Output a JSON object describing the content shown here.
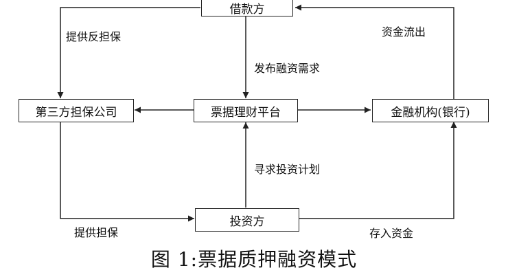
{
  "nodes": {
    "borrower": "借款方",
    "guarantor": "第三方担保公司",
    "platform": "票据理财平台",
    "bank": "金融机构(银行)",
    "investor": "投资方"
  },
  "edges": {
    "borrower_to_guarantor": "提供反担保",
    "borrower_to_platform": "发布融资需求",
    "bank_to_borrower": "资金流出",
    "investor_to_platform": "寻求投资计划",
    "guarantor_to_investor": "提供担保",
    "investor_to_bank": "存入资金"
  },
  "caption": "图 1:票据质押融资模式"
}
